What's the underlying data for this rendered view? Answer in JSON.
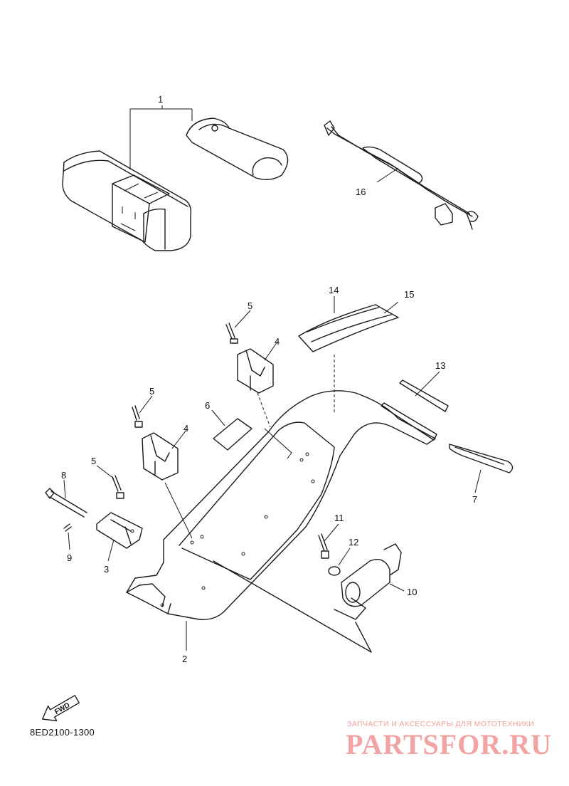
{
  "diagram": {
    "callouts": {
      "c1": "1",
      "c2": "2",
      "c3": "3",
      "c4a": "4",
      "c4b": "4",
      "c5a": "5",
      "c5b": "5",
      "c5c": "5",
      "c6": "6",
      "c7": "7",
      "c8": "8",
      "c9": "9",
      "c10": "10",
      "c11": "11",
      "c12": "12",
      "c13": "13",
      "c14": "14",
      "c15": "15",
      "c16": "16"
    },
    "fwd_label": "FWD",
    "diagram_code": "8ED2100-1300"
  },
  "watermark": {
    "tagline": "ЗАПЧАСТИ И АКСЕССУАРЫ ДЛЯ МОТОТЕХНИКИ",
    "logo_text": "PARTSFOR.RU"
  },
  "colors": {
    "line": "#1a1a1a",
    "watermark": "#f4a3a3"
  }
}
